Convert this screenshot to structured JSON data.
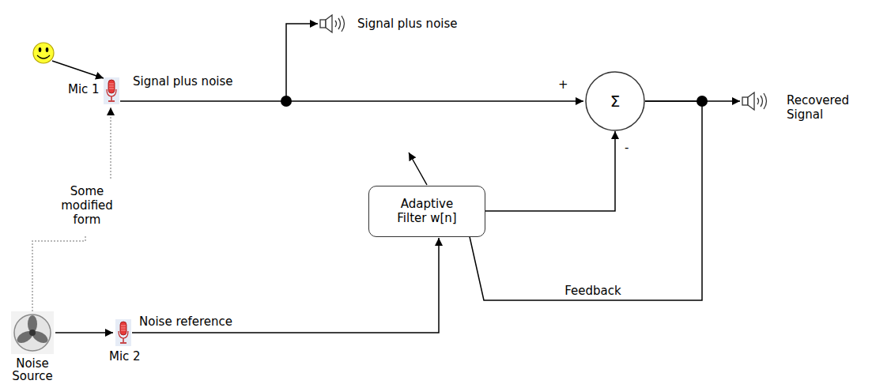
{
  "diagram": {
    "nodes": [
      {
        "text": [
          "Σ"
        ]
      },
      {
        "text": [
          "Adaptive Filter w[n]"
        ]
      }
    ],
    "edges": [
      {
        "from": 1,
        "to": 0,
        "arrow": "to"
      },
      {
        "from": 0,
        "to": 1,
        "arrow": "none",
        "label": "Feedback"
      }
    ],
    "labels": [
      "Signal plus noise",
      "Signal plus noise",
      "Mic 1",
      "+",
      "-",
      "Recovered Signal",
      "Some modified form",
      "Noise Source",
      "Mic 2",
      "Noise reference"
    ]
  }
}
